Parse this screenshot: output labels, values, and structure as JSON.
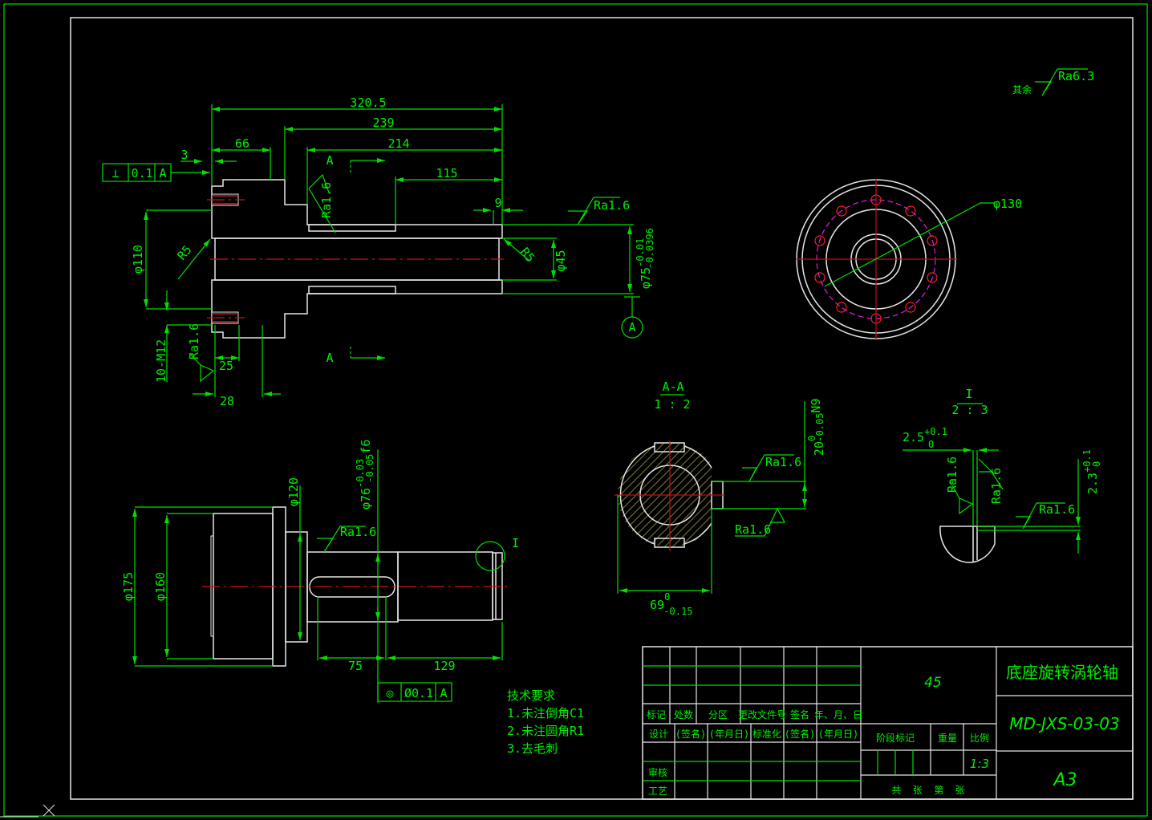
{
  "colors": {
    "line": "#00e000",
    "text": "#00f000",
    "outline": "#e6e6e6",
    "centerline": "#d01010",
    "pitch_circle": "#e020e0",
    "hatch": "#7a7a3c",
    "background": "#000000"
  },
  "main_view": {
    "dim_overall": "320.5",
    "dim_239": "239",
    "dim_214": "214",
    "dim_115": "115",
    "dim_66": "66",
    "dim_3": "3",
    "dim_9": "9",
    "dim_25": "25",
    "dim_28": "28",
    "dim_d110": "φ110",
    "dim_d45": "φ45",
    "dim_d75": "φ75",
    "dim_d75_upper": "-0.01",
    "dim_d75_lower": "-0.0396",
    "radius_left": "R5",
    "radius_right": "R5",
    "thread": "10-M12",
    "roughness_1": "Ra1.6",
    "roughness_2": "Ra1.6",
    "roughness_3": "Ra1.6",
    "section_mark_top": "A",
    "section_mark_bottom": "A",
    "datum_label": "A",
    "gdt_perpendicularity": {
      "symbol": "⊥",
      "tolerance": "0.1",
      "datum": "A"
    }
  },
  "general_roughness": {
    "label": "其余",
    "value": "Ra6.3"
  },
  "end_view": {
    "pcd": "φ130"
  },
  "side_view": {
    "dim_d175": "φ175",
    "dim_d160": "φ160",
    "dim_d120": "φ120",
    "dim_d76": "φ76",
    "dim_d76_upper": "-0.03",
    "dim_d76_lower": "-0.05",
    "dim_d76_fit": "f6",
    "dim_75": "75",
    "dim_129": "129",
    "roughness": "Ra1.6",
    "detail_label": "I",
    "gdt_concentricity": {
      "symbol": "◎",
      "tolerance": "Ø0.1",
      "datum": "A"
    }
  },
  "section_aa": {
    "title": "A-A",
    "scale": "1 : 2",
    "dim_69": "69",
    "dim_69_upper": "0",
    "dim_69_lower": "-0.15",
    "dim_20": "20",
    "dim_20_upper": "0",
    "dim_20_lower": "-0.05",
    "dim_20_fit": "N9",
    "roughness_1": "Ra1.6",
    "roughness_2": "Ra1.6"
  },
  "detail_i": {
    "title": "I",
    "scale": "2 : 3",
    "dim_25": "2.5",
    "dim_25_upper": "+0.1",
    "dim_25_lower": "0",
    "dim_23": "2.3",
    "dim_23_upper": "+0.1",
    "dim_23_lower": "0",
    "roughness_1": "Ra1.6",
    "roughness_2": "Ra1.6",
    "roughness_3": "Ra1.6"
  },
  "tech_requirements": {
    "title": "技术要求",
    "items": [
      "1.未注倒角C1",
      "2.未注圆角R1",
      "3.去毛刺"
    ]
  },
  "title_block": {
    "material": "45",
    "part_name": "底座旋转涡轮轴",
    "drawing_number": "MD-JXS-03-03",
    "sheet_size": "A3",
    "scale": "1:3",
    "headers_revision": [
      "标记",
      "处数",
      "分区",
      "更改文件号",
      "签名",
      "年、月、日"
    ],
    "headers_design": [
      "设计",
      "(签名)",
      "(年月日)",
      "标准化",
      "(签名)",
      "(年月日)"
    ],
    "stage_mark": "阶段标记",
    "weight": "重量",
    "ratio": "比例",
    "review": "审核",
    "process": "工艺",
    "sheets": "共  张  第  张"
  }
}
